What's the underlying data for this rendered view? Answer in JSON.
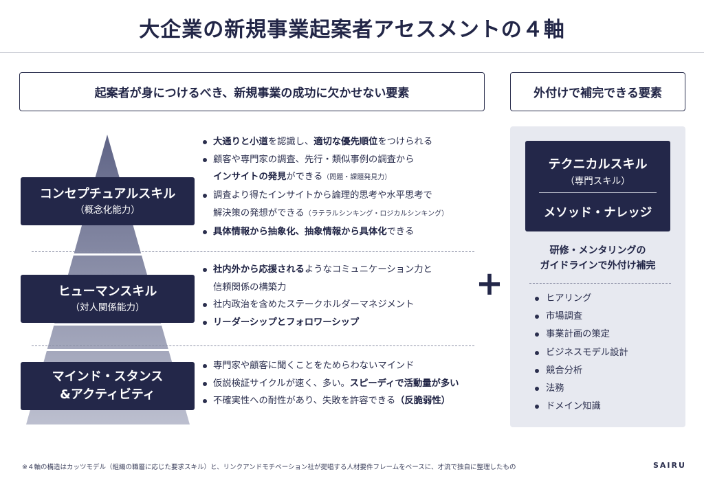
{
  "title": "大企業の新規事業起案者アセスメントの４軸",
  "left_header": "起案者が身につけるべき、新規事業の成功に欠かせない要素",
  "right_header": "外付けで補完できる要素",
  "skills": {
    "concept": {
      "name": "コンセプチュアルスキル",
      "sub": "（概念化能力）"
    },
    "human": {
      "name": "ヒューマンスキル",
      "sub": "（対人関係能力）"
    },
    "mind": {
      "name1": "マインド・スタンス",
      "name2": "&アクティビティ"
    }
  },
  "concept_list": {
    "l1_b1": "大通りと小道",
    "l1_t1": "を認識し、",
    "l1_b2": "適切な優先順位",
    "l1_t2": "をつけられる",
    "l2": "顧客や専門家の調査、先行・類似事例の調査から",
    "l3_b": "インサイトの発見",
    "l3_t": "ができる",
    "l3_sm": "（問題・課題発見力）",
    "l4": "調査より得たインサイトから論理的思考や水平思考で",
    "l5_t": "解決策の発想ができる",
    "l5_sm": "（ラテラルシンキング・ロジカルシンキング）",
    "l6_b": "具体情報から抽象化、抽象情報から具体化",
    "l6_t": "できる"
  },
  "human_list": {
    "l1_b": "社内外から応援される",
    "l1_t": "ようなコミュニケーション力と",
    "l2": "信頼関係の構築力",
    "l3": "社内政治を含めたステークホルダーマネジメント",
    "l4_b": "リーダーシップとフォロワーシップ"
  },
  "mind_list": {
    "l1": "専門家や顧客に聞くことをためらわないマインド",
    "l2_t": "仮説検証サイクルが速く、多い。",
    "l2_b": "スピーディで活動量が多い",
    "l3_t": "不確実性への耐性があり、失敗を許容できる",
    "l3_b": "（反脆弱性）"
  },
  "plus": "+",
  "right_panel": {
    "tech_title": "テクニカルスキル",
    "tech_sub": "（専門スキル）",
    "method": "メソッド・ナレッジ",
    "note1": "研修・メンタリングの",
    "note2": "ガイドラインで外付け補完",
    "items": [
      "ヒアリング",
      "市場調査",
      "事業計画の策定",
      "ビジネスモデル設計",
      "競合分析",
      "法務",
      "ドメイン知識"
    ]
  },
  "footnote": "※４軸の構造はカッツモデル（組織の職層に応じた要求スキル）と、リンクアンドモチベーション社が提唱する人材要件フレームをベースに、才流で独自に整理したもの",
  "logo": "SAIRU",
  "colors": {
    "navy": "#232749",
    "panel": "#e7e9f0",
    "pyramid_dark": "#6e7391",
    "pyramid_light": "#b7bacb"
  }
}
